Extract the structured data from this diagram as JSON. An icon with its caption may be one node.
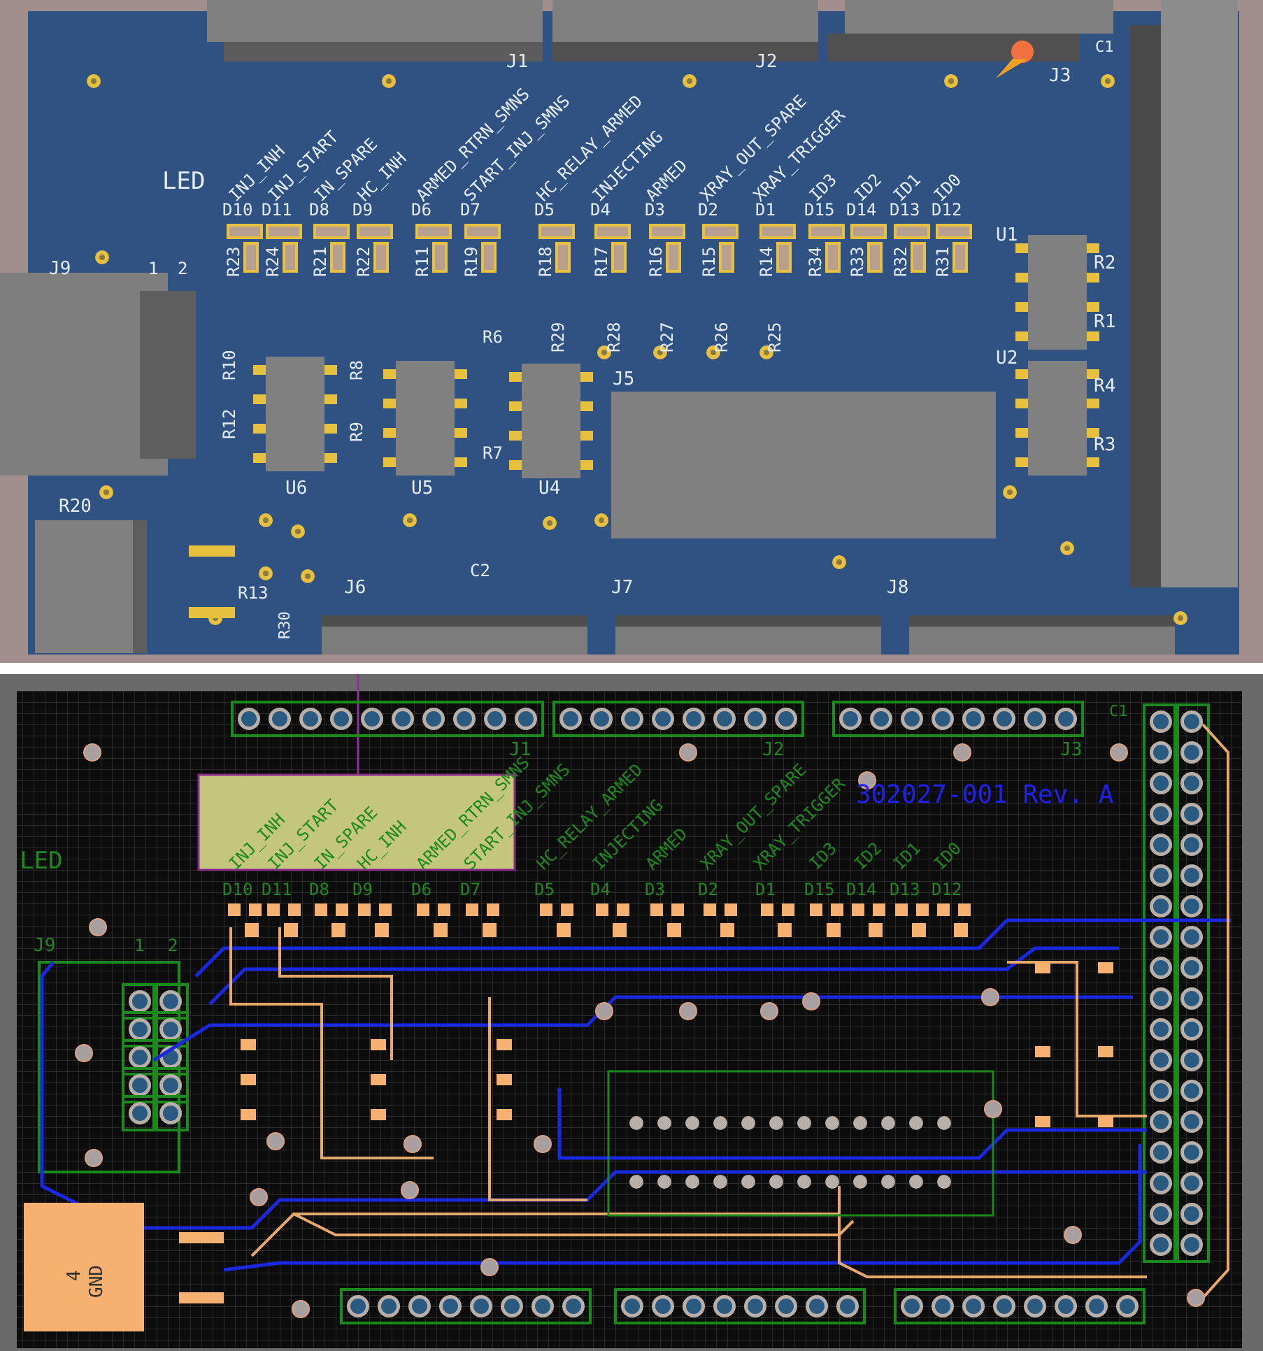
{
  "diagram": {
    "labels": [
      "J1",
      "J2",
      "J3",
      "C1",
      "INJ_INH",
      "INJ_START",
      "IN_SPARE",
      "HC_INH",
      "ARMED_RTRN_SMNS",
      "START_INJ_SMNS",
      "HC_RELAY_ARMED",
      "INJECTING",
      "ARMED",
      "XRAY_OUT_SPARE",
      "XRAY_TRIGGER",
      "ID3",
      "ID2",
      "ID1",
      "ID0",
      "LED",
      "D10",
      "D11",
      "D8",
      "D9",
      "D6",
      "D7",
      "D5",
      "D4",
      "D3",
      "D2",
      "D1",
      "D15",
      "D14",
      "D13",
      "D12",
      "U1",
      "R2",
      "R1",
      "J9",
      "1",
      "2",
      "R23",
      "R24",
      "R21",
      "R22",
      "R11",
      "R19",
      "R18",
      "R17",
      "R16",
      "R15",
      "R14",
      "R34",
      "R33",
      "R32",
      "R31",
      "U2",
      "R4",
      "R10",
      "R6",
      "R8",
      "R29",
      "R28",
      "R27",
      "R26",
      "R25",
      "J5",
      "R12",
      "R9",
      "R7",
      "R3",
      "U6",
      "U5",
      "U4",
      "R20",
      "C2",
      "R13",
      "R30",
      "J6",
      "J7",
      "J8",
      "J1",
      "J2",
      "J3",
      "C1",
      "INJ_INH",
      "INJ_START",
      "IN_SPARE",
      "HC_INH",
      "ARMED_RTRN_SMNS",
      "START_INJ_SMNS",
      "HC_RELAY_ARMED",
      "INJECTING",
      "ARMED",
      "XRAY_OUT_SPARE",
      "XRAY_TRIGGER",
      "ID3",
      "ID2",
      "ID1",
      "ID0",
      "302027-001 Rev. A",
      "LED",
      "D10",
      "D11",
      "D8",
      "D9",
      "D6",
      "D7",
      "D5",
      "D4",
      "D3",
      "D2",
      "D1",
      "D15",
      "D14",
      "D13",
      "D12",
      "J9",
      "1",
      "2",
      "4",
      "GND"
    ]
  }
}
